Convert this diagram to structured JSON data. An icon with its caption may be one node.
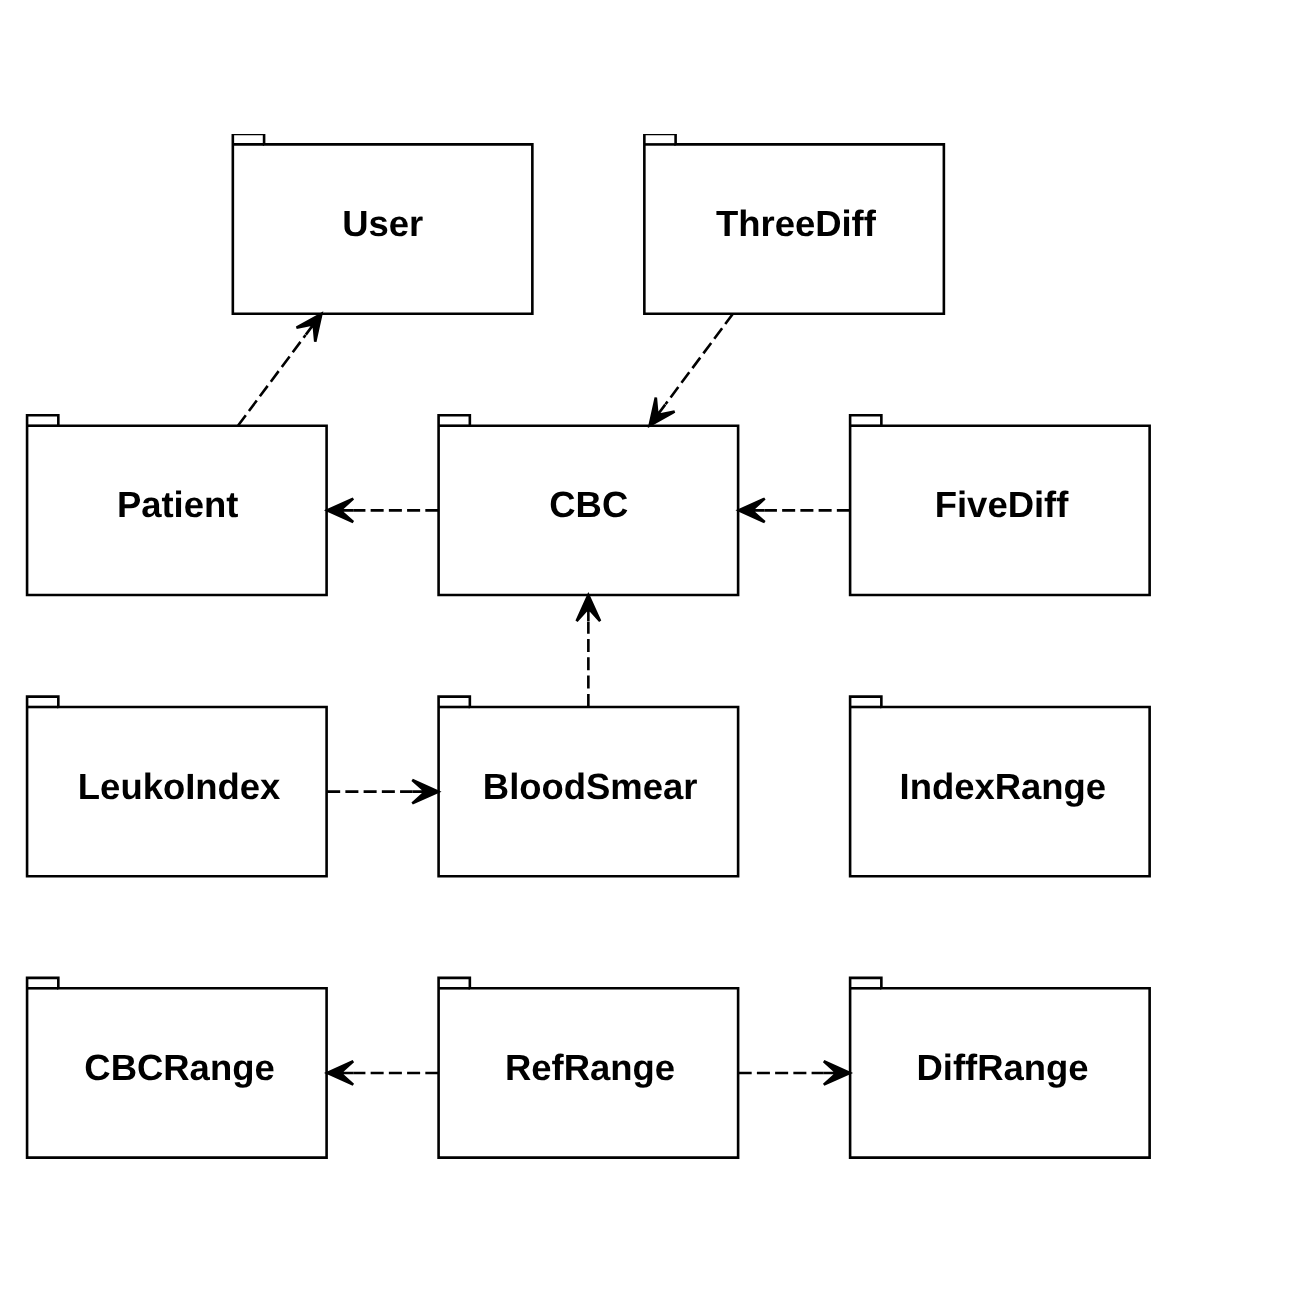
{
  "diagram": {
    "nodes": [
      {
        "text": [
          "User"
        ]
      },
      {
        "text": [
          "ThreeDiff"
        ]
      },
      {
        "text": [
          "Patient"
        ]
      },
      {
        "text": [
          "CBC"
        ]
      },
      {
        "text": [
          "FiveDiff"
        ]
      },
      {
        "text": [
          "IndexRange"
        ]
      },
      {
        "text": [
          "BloodSmear"
        ]
      },
      {
        "text": [
          "LeukoIndex"
        ]
      },
      {
        "text": [
          "CBCRange"
        ]
      },
      {
        "text": [
          "RefRange"
        ]
      },
      {
        "text": [
          "DiffRange"
        ]
      }
    ],
    "edges": [
      {
        "from": 2,
        "to": 0,
        "arrow": "to",
        "style": "dashed"
      },
      {
        "from": 1,
        "to": 3,
        "arrow": "to",
        "style": "dashed"
      },
      {
        "from": 3,
        "to": 2,
        "arrow": "to",
        "style": "dashed"
      },
      {
        "from": 4,
        "to": 3,
        "arrow": "to",
        "style": "dashed"
      },
      {
        "from": 6,
        "to": 3,
        "arrow": "to",
        "style": "dashed"
      },
      {
        "from": 7,
        "to": 6,
        "arrow": "to",
        "style": "dashed"
      },
      {
        "from": 9,
        "to": 8,
        "arrow": "to",
        "style": "dashed"
      },
      {
        "from": 9,
        "to": 10,
        "arrow": "to",
        "style": "dashed"
      }
    ]
  }
}
